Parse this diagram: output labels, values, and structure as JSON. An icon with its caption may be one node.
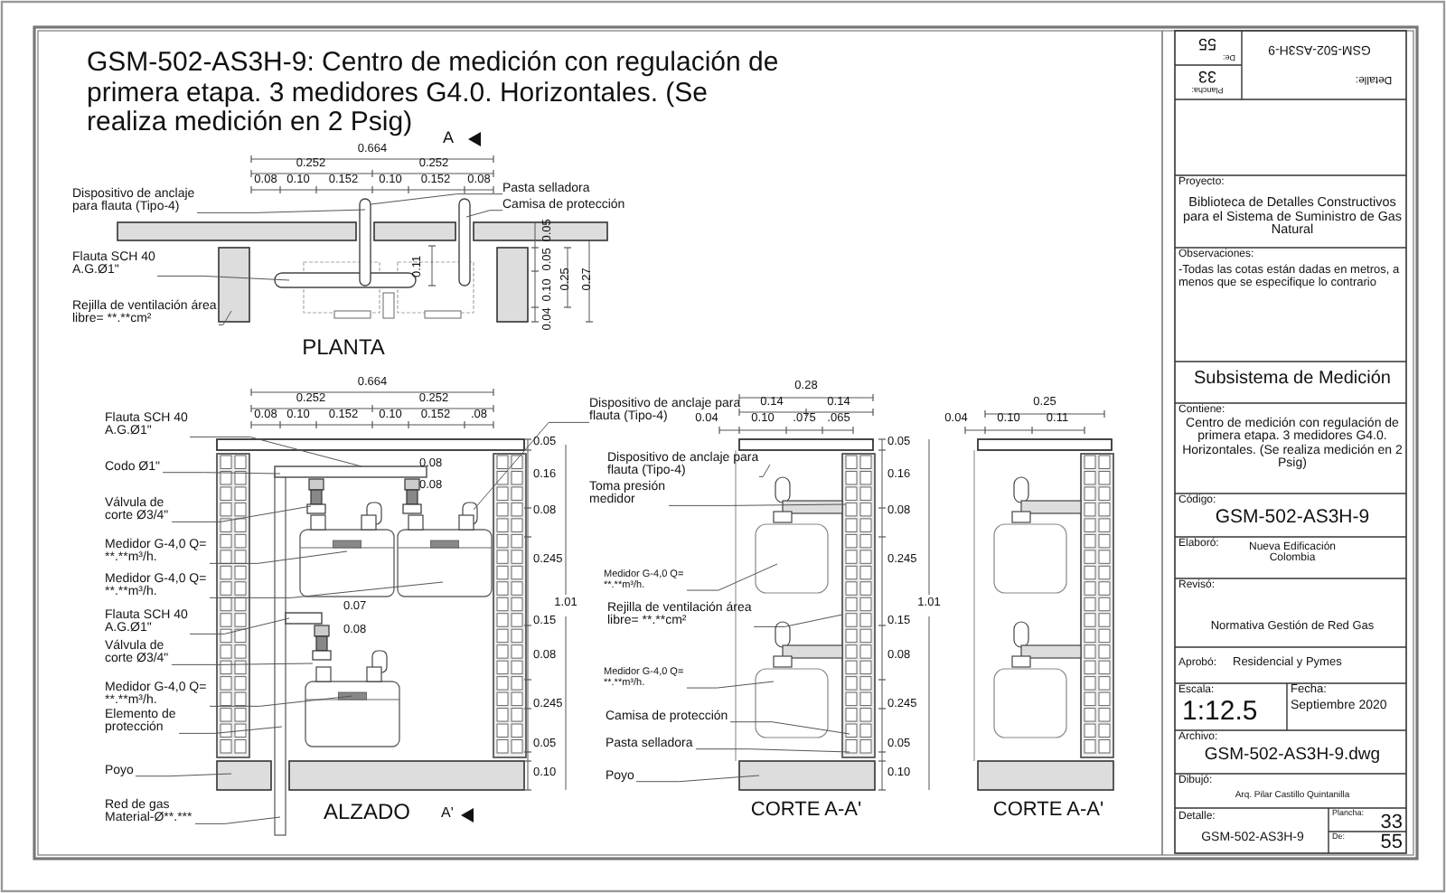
{
  "diagram": {
    "title": "GSM-502-AS3H-9: Centro de medición con regulación de primera etapa.  3 medidores G4.0. Horizontales. (Se realiza medición en 2 Psig)",
    "nodes": [
      {
        "text": [
          "Dispositivo de anclaje para flauta (Tipo-4)"
        ]
      },
      {
        "text": [
          "Flauta SCH 40 A.G.Ø1\""
        ]
      },
      {
        "text": [
          "Rejilla de ventilación área libre=   **.**cm²"
        ]
      },
      {
        "text": [
          "Pasta selladora"
        ]
      },
      {
        "text": [
          "Camisa de protección"
        ]
      },
      {
        "text": [
          "Flauta SCH 40 A.G.Ø1\""
        ]
      },
      {
        "text": [
          "Codo Ø1\""
        ]
      },
      {
        "text": [
          "Válvula de corte Ø3/4\""
        ]
      },
      {
        "text": [
          "Medidor G-4,0 Q=  **.**m³/h."
        ]
      },
      {
        "text": [
          "Medidor G-4,0 Q=  **.**m³/h."
        ]
      },
      {
        "text": [
          "Flauta SCH 40 A.G.Ø1\""
        ]
      },
      {
        "text": [
          "Válvula de corte Ø3/4\""
        ]
      },
      {
        "text": [
          "Medidor G-4,0 Q=  **.**m³/h."
        ]
      },
      {
        "text": [
          "Elemento de protección"
        ]
      },
      {
        "text": [
          "Poyo"
        ]
      },
      {
        "text": [
          "Red de gas Material-Ø**.***"
        ]
      },
      {
        "text": [
          "Dispositivo de anclaje para flauta (Tipo-4)"
        ]
      },
      {
        "text": [
          "Dispositivo de anclaje para flauta (Tipo-4)"
        ]
      },
      {
        "text": [
          "Toma presión medidor"
        ]
      },
      {
        "text": [
          "Medidor G-4,0 Q=  **.**m³/h."
        ]
      },
      {
        "text": [
          "Rejilla de ventilación área libre=   **.**cm²"
        ]
      },
      {
        "text": [
          "Medidor G-4,0 Q=  **.**m³/h."
        ]
      },
      {
        "text": [
          "Camisa de protección"
        ]
      },
      {
        "text": [
          "Pasta selladora"
        ]
      },
      {
        "text": [
          "Poyo"
        ]
      }
    ],
    "edges": [
      {
        "from": 0,
        "to": null,
        "arrow": "none"
      },
      {
        "from": 1,
        "to": null,
        "arrow": "none"
      },
      {
        "from": 2,
        "to": null,
        "arrow": "none"
      },
      {
        "from": 3,
        "to": null,
        "arrow": "none"
      },
      {
        "from": 4,
        "to": null,
        "arrow": "none"
      },
      {
        "from": 5,
        "to": null,
        "arrow": "none"
      },
      {
        "from": 6,
        "to": null,
        "arrow": "none"
      },
      {
        "from": 7,
        "to": null,
        "arrow": "none"
      },
      {
        "from": 8,
        "to": null,
        "arrow": "none"
      },
      {
        "from": 9,
        "to": null,
        "arrow": "none"
      },
      {
        "from": 10,
        "to": null,
        "arrow": "none"
      },
      {
        "from": 11,
        "to": null,
        "arrow": "none"
      },
      {
        "from": 12,
        "to": null,
        "arrow": "none"
      },
      {
        "from": 13,
        "to": null,
        "arrow": "none"
      },
      {
        "from": 14,
        "to": null,
        "arrow": "none"
      },
      {
        "from": 15,
        "to": null,
        "arrow": "none"
      },
      {
        "from": 16,
        "to": null,
        "arrow": "none"
      },
      {
        "from": 17,
        "to": null,
        "arrow": "none"
      },
      {
        "from": 18,
        "to": null,
        "arrow": "none"
      },
      {
        "from": 19,
        "to": null,
        "arrow": "none"
      },
      {
        "from": 20,
        "to": null,
        "arrow": "none"
      },
      {
        "from": 21,
        "to": null,
        "arrow": "none"
      },
      {
        "from": 22,
        "to": null,
        "arrow": "none"
      },
      {
        "from": 23,
        "to": null,
        "arrow": "none"
      },
      {
        "from": 24,
        "to": null,
        "arrow": "none"
      }
    ],
    "labels": [
      "PLANTA",
      "A",
      "ALZADO",
      "A'",
      "CORTE A-A'",
      "CORTE A-A'",
      "0.664",
      "0.252",
      "0.252",
      "0.08",
      "0.10",
      "0.152",
      "0.10",
      "0.152",
      "0.08",
      "0.11",
      "0.05",
      "0.05",
      "0.10",
      "0.25",
      "0.27",
      "0.04",
      "0.664",
      "0.252",
      "0.252",
      "0.08",
      "0.10",
      "0.152",
      "0.10",
      "0.152",
      ".08",
      "0.08",
      "0.08",
      "0.07",
      "0.08",
      "0.05",
      "0.16",
      "0.08",
      "0.245",
      "0.15",
      "0.08",
      "0.245",
      "0.05",
      "0.10",
      "1.01",
      "0.28",
      "0.14",
      "0.14",
      "0.04",
      "0.10",
      ".075",
      ".065",
      "0.05",
      "0.16",
      "0.08",
      "0.245",
      "0.15",
      "0.08",
      "0.245",
      "0.05",
      "0.10",
      "1.01",
      "0.25",
      "0.04",
      "0.10",
      "0.11",
      "Detalle:",
      "GSM-502-AS3H-9",
      "Plancha:",
      "33",
      "De:",
      "55",
      "Proyecto:",
      "Biblioteca de Detalles Constructivos para el Sistema de Suministro de Gas Natural",
      "Observaciones:",
      "-Todas las cotas están dadas en metros, a menos que se especifique lo contrario",
      "Subsistema de Medición",
      "Contiene:",
      "Centro de medición con regulación de primera etapa. 3 medidores G4.0. Horizontales. (Se realiza medición en 2 Psig)",
      "Código:",
      "GSM-502-AS3H-9",
      "Elaboró:",
      "Nueva Edificación Colombia",
      "Revisó:",
      "Normativa Gestión de Red Gas",
      "Aprobó:",
      "Residencial y Pymes",
      "Escala:",
      "1:12.5",
      "Fecha:",
      "Septiembre 2020",
      "Archivo:",
      "GSM-502-AS3H-9.dwg",
      "Dibujó:",
      "Arq. Pilar Castillo Quintanilla",
      "Detalle:",
      "GSM-502-AS3H-9",
      "Plancha:",
      "33",
      "De:",
      "55"
    ]
  }
}
